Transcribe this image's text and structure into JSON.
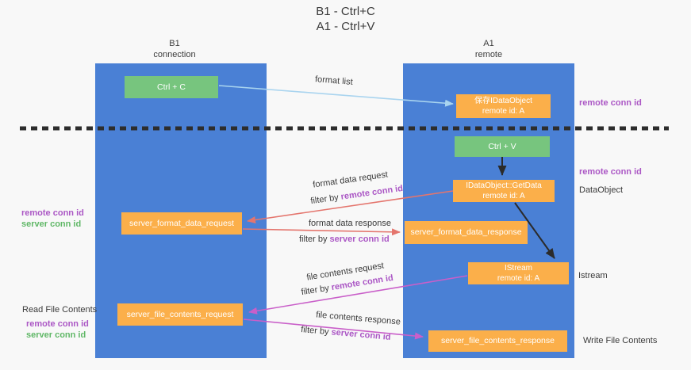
{
  "title": {
    "line1": "B1 - Ctrl+C",
    "line2": "A1 - Ctrl+V"
  },
  "lanes": {
    "left": {
      "name": "B1",
      "role": "connection"
    },
    "right": {
      "name": "A1",
      "role": "remote"
    }
  },
  "nodes": {
    "ctrl_c": {
      "label": "Ctrl + C"
    },
    "save_idataobject": {
      "line1": "保存IDataObject",
      "line2": "remote id: A"
    },
    "ctrl_v": {
      "label": "Ctrl + V"
    },
    "getdata": {
      "line1": "IDataObject::GetData",
      "line2": "remote id: A"
    },
    "server_format_data_request": {
      "label": "server_format_data_request"
    },
    "server_format_data_response": {
      "label": "server_format_data_response"
    },
    "istream": {
      "line1": "IStream",
      "line2": "remote id: A"
    },
    "server_file_contents_request": {
      "label": "server_file_contents_request"
    },
    "server_file_contents_response": {
      "label": "server_file_contents_response"
    }
  },
  "flow_labels": {
    "format_list": "format list",
    "format_data_request": "format data request",
    "format_data_response": "format data response",
    "file_contents_request": "file contents request",
    "file_contents_response": "file contents response",
    "filter_by": "filter by",
    "remote_conn_id": "remote conn id",
    "server_conn_id": "server conn id"
  },
  "side_labels": {
    "right_remote_conn_id_top": "remote conn id",
    "right_remote_conn_id_mid": "remote conn id",
    "dataobject": "DataObject",
    "istream": "Istream",
    "write_file_contents": "Write File Contents",
    "left_remote_conn_id_top": "remote conn id",
    "left_server_conn_id_top": "server conn id",
    "read_file_contents": "Read File Contents",
    "left_remote_conn_id_bottom": "remote conn id",
    "left_server_conn_id_bottom": "server conn id"
  },
  "colors": {
    "lane_blue": "#4a80d5",
    "node_orange": "#fbaf4a",
    "node_green": "#77c57e",
    "arrow_light_blue": "#a9d4ef",
    "arrow_salmon": "#e4756d",
    "arrow_magenta": "#c95fc9",
    "arrow_black": "#2b2b2b",
    "label_purple": "#ab57c5",
    "label_green": "#5fb766",
    "dashed_divider": "#2d2d2d"
  }
}
